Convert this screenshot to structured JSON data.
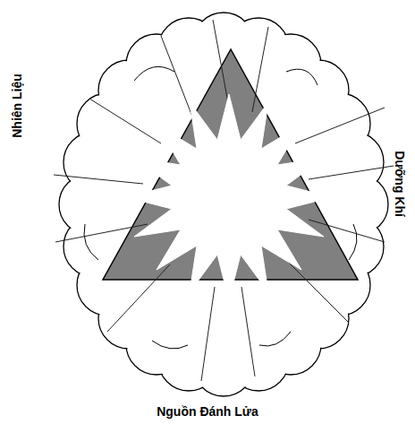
{
  "diagram": {
    "labels": [
      "Nhiên Liệu",
      "Dưỡng Khí",
      "Nguồn Đánh Lửa"
    ]
  }
}
